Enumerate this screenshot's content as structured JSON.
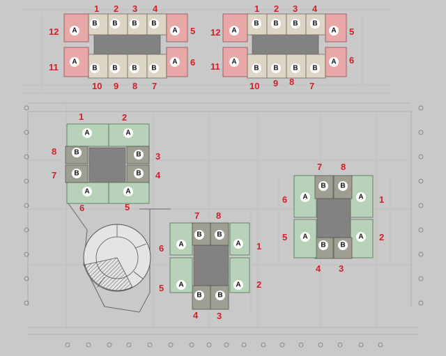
{
  "diagram": {
    "colors": {
      "background": "#c9c9c9",
      "pink_unit": "#e8a8a8",
      "beige_unit": "#ddd6c6",
      "green_unit": "#b7d2b8",
      "gray_unit": "#9e9e92",
      "core": "#8a8a8a",
      "numbers": "#d0202a"
    },
    "unit_label_a": "A",
    "unit_label_b": "B",
    "buildings": [
      {
        "name": "tower-top-left",
        "numbers": [
          "1",
          "2",
          "3",
          "4",
          "5",
          "6",
          "7",
          "8",
          "9",
          "10",
          "11",
          "12"
        ],
        "units": [
          "A",
          "B",
          "B",
          "B",
          "B",
          "A",
          "A",
          "B",
          "B",
          "B",
          "B",
          "A"
        ]
      },
      {
        "name": "tower-top-right",
        "numbers": [
          "1",
          "2",
          "3",
          "4",
          "5",
          "6",
          "7",
          "8",
          "9",
          "10",
          "11",
          "12"
        ],
        "units": [
          "A",
          "B",
          "B",
          "B",
          "B",
          "A",
          "A",
          "B",
          "B",
          "B",
          "B",
          "A"
        ]
      },
      {
        "name": "tower-middle-left",
        "numbers": [
          "1",
          "2",
          "3",
          "4",
          "5",
          "6",
          "7",
          "8"
        ],
        "units": [
          "A",
          "A",
          "B",
          "B",
          "B",
          "B",
          "A",
          "A"
        ]
      },
      {
        "name": "tower-bottom-center",
        "numbers": [
          "1",
          "2",
          "3",
          "4",
          "5",
          "6",
          "7",
          "8"
        ],
        "units": [
          "A",
          "A",
          "B",
          "B",
          "A",
          "A",
          "B",
          "B"
        ]
      },
      {
        "name": "tower-right",
        "numbers": [
          "1",
          "2",
          "3",
          "4",
          "5",
          "6",
          "7",
          "8"
        ],
        "units": [
          "A",
          "A",
          "B",
          "B",
          "A",
          "A",
          "B",
          "B"
        ]
      }
    ]
  }
}
